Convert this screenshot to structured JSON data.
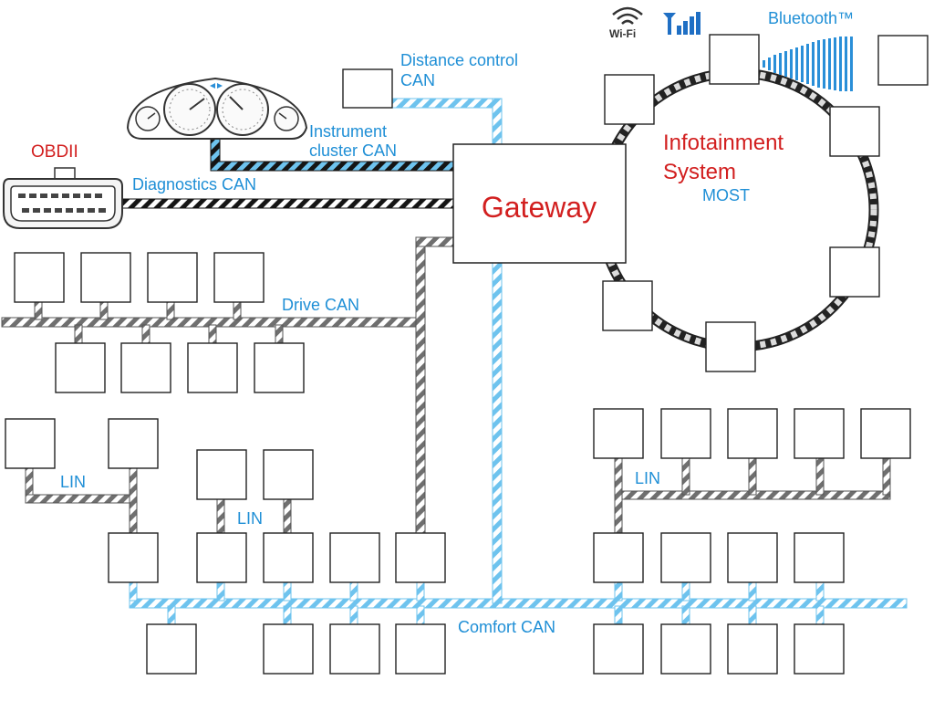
{
  "labels": {
    "obd": "OBDII",
    "diagnostics_can": "Diagnostics CAN",
    "instrument_line1": "Instrument",
    "instrument_line2": "cluster CAN",
    "distance_line1": "Distance control",
    "distance_line2": "CAN",
    "gateway": "Gateway",
    "infotainment_line1": "Infotainment",
    "infotainment_line2": "System",
    "most": "MOST",
    "bluetooth": "Bluetooth™",
    "wifi": "Wi-Fi",
    "drive_can": "Drive CAN",
    "lin_left": "LIN",
    "lin_center": "LIN",
    "lin_right": "LIN",
    "comfort_can": "Comfort CAN"
  },
  "colors": {
    "can_blue": "#6ec3ee",
    "can_grey": "#6f6f6f",
    "can_black": "#151515",
    "label_blue": "#1f8fd6",
    "label_red": "#d21f1f"
  },
  "icons": [
    "obd-connector-icon",
    "instrument-cluster-icon",
    "wifi-icon",
    "cellular-signal-icon",
    "bluetooth-signal-icon"
  ]
}
